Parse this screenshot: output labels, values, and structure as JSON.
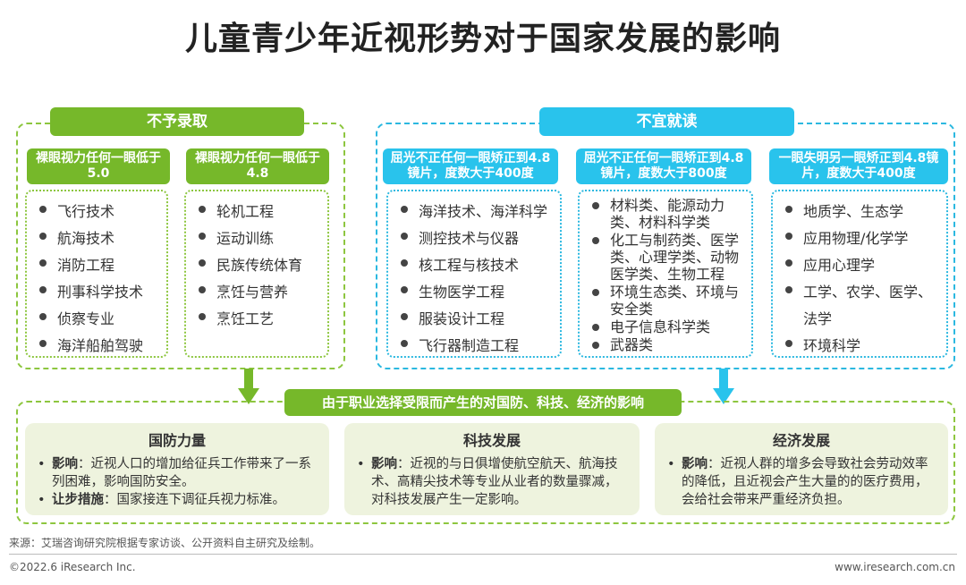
{
  "title": "儿童青少年近视形势对于国家发展的影响",
  "left_section": {
    "header": "不予录取",
    "columns": [
      {
        "label": "裸眼视力任何一眼低于5.0",
        "items": [
          "飞行技术",
          "航海技术",
          "消防工程",
          "刑事科学技术",
          "侦察专业",
          "海洋船舶驾驶"
        ]
      },
      {
        "label": "裸眼视力任何一眼低于4.8",
        "items": [
          "轮机工程",
          "运动训练",
          "民族传统体育",
          "烹饪与营养",
          "烹饪工艺"
        ]
      }
    ]
  },
  "right_section": {
    "header": "不宜就读",
    "columns": [
      {
        "label": "屈光不正任何一眼矫正到4.8镜片，度数大于400度",
        "items": [
          "海洋技术、海洋科学",
          "测控技术与仪器",
          "核工程与核技术",
          "生物医学工程",
          "服装设计工程",
          "飞行器制造工程"
        ]
      },
      {
        "label": "屈光不正任何一眼矫正到4.8镜片，度数大于800度",
        "items": [
          "材料类、能源动力类、材料科学类",
          "化工与制药类、医学类、心理学类、动物医学类、生物工程",
          "环境生态类、环境与安全类",
          "电子信息科学类",
          "武器类"
        ]
      },
      {
        "label": "一眼失明另一眼矫正到4.8镜片，度数大于400度",
        "items": [
          "地质学、生态学",
          "应用物理/化学学",
          "应用心理学",
          "工学、农学、医学、法学",
          "环境科学"
        ]
      }
    ]
  },
  "banner": "由于职业选择受限而产生的对国防、科技、经济的影响",
  "impacts": [
    {
      "title": "国防力量",
      "points": [
        {
          "label": "影响",
          "text": "：近视人口的增加给征兵工作带来了一系列困难，影响国防安全。"
        },
        {
          "label": "让步措施",
          "text": "：国家接连下调征兵视力标准。"
        }
      ]
    },
    {
      "title": "科技发展",
      "points": [
        {
          "label": "影响",
          "text": "：近视的与日俱增使航空航天、航海技术、高精尖技术等专业从业者的数量骤减，对科技发展产生一定影响。"
        }
      ]
    },
    {
      "title": "经济发展",
      "points": [
        {
          "label": "影响",
          "text": "：近视人群的增多会导致社会劳动效率的降低，且近视会产生大量的的医疗费用，会给社会带来严重经济负担。"
        }
      ]
    }
  ],
  "source": "来源：艾瑞咨询研究院根据专家访谈、公开资料自主研究及绘制。",
  "footer": {
    "copyright": "©2022.6 iResearch Inc.",
    "website": "www.iresearch.com.cn"
  },
  "colors": {
    "green": "#76b82a",
    "blue": "#29c3ec",
    "impact_bg": "#eef3de"
  }
}
